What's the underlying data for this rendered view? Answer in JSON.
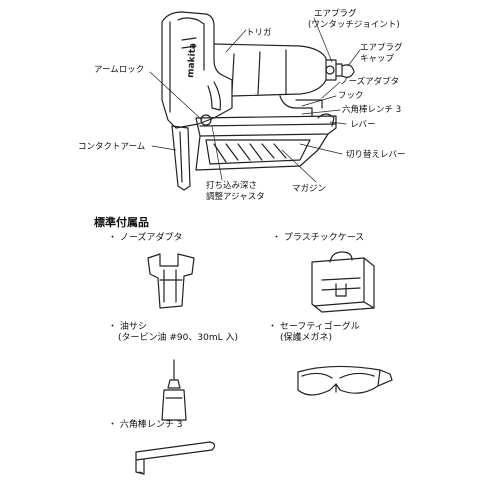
{
  "diagram": {
    "labels": {
      "trigger": "トリガ",
      "air_plug": "エアプラグ",
      "air_plug_sub": "(ワンタッチジョイント)",
      "air_plug_cap_1": "エアプラグ",
      "air_plug_cap_2": "キャップ",
      "arm_lock": "アームロック",
      "nose_adapter": "ノーズアダプタ",
      "hook": "フック",
      "hex_wrench_3": "六角棒レンチ 3",
      "lever": "レバー",
      "contact_arm": "コンタクトアーム",
      "switch_lever": "切り替えレバー",
      "depth_adjuster_1": "打ち込み深さ",
      "depth_adjuster_2": "調整アジャスタ",
      "magazine": "マガジン"
    },
    "brand": "makita"
  },
  "accessories": {
    "title": "標準付属品",
    "bullet": "・",
    "items": [
      {
        "name": "ノーズアダプタ"
      },
      {
        "name": "プラスチックケース"
      },
      {
        "name": "油サシ",
        "sub": "(タービン油 #90、30mL 入)"
      },
      {
        "name": "セーフティゴーグル",
        "sub": "(保護メガネ)"
      },
      {
        "name": "六角棒レンチ 3"
      }
    ]
  }
}
